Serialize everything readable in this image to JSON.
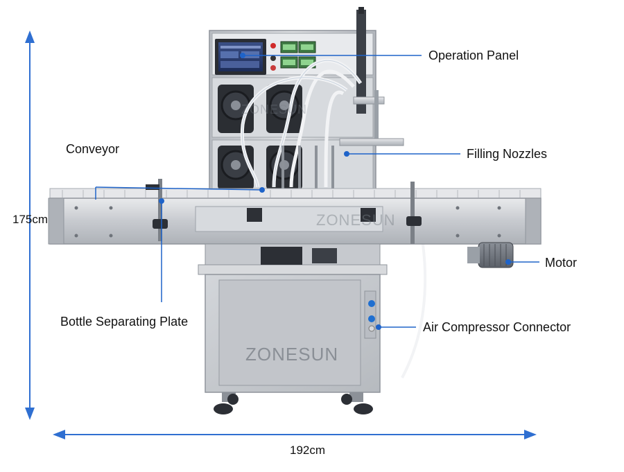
{
  "dimensions": {
    "height_label": "175cm",
    "width_label": "192cm"
  },
  "callouts": {
    "operation_panel": "Operation Panel",
    "conveyor": "Conveyor",
    "filling_nozzles": "Filling Nozzles",
    "motor": "Motor",
    "bottle_separating_plate": "Bottle Separating Plate",
    "air_compressor_connector": "Air Compressor Connector"
  },
  "branding": {
    "cabinet_logo": "ZONESUN",
    "conveyor_watermark": "ZONESUN",
    "panel_watermark": "ZONESUN"
  },
  "colors": {
    "arrow_blue": "#2f6fd1",
    "callout_dot": "#1e63c9",
    "steel": "#c9ccd1",
    "steel_dark": "#9ea3aa",
    "panel_frame": "#e4e6ea"
  }
}
